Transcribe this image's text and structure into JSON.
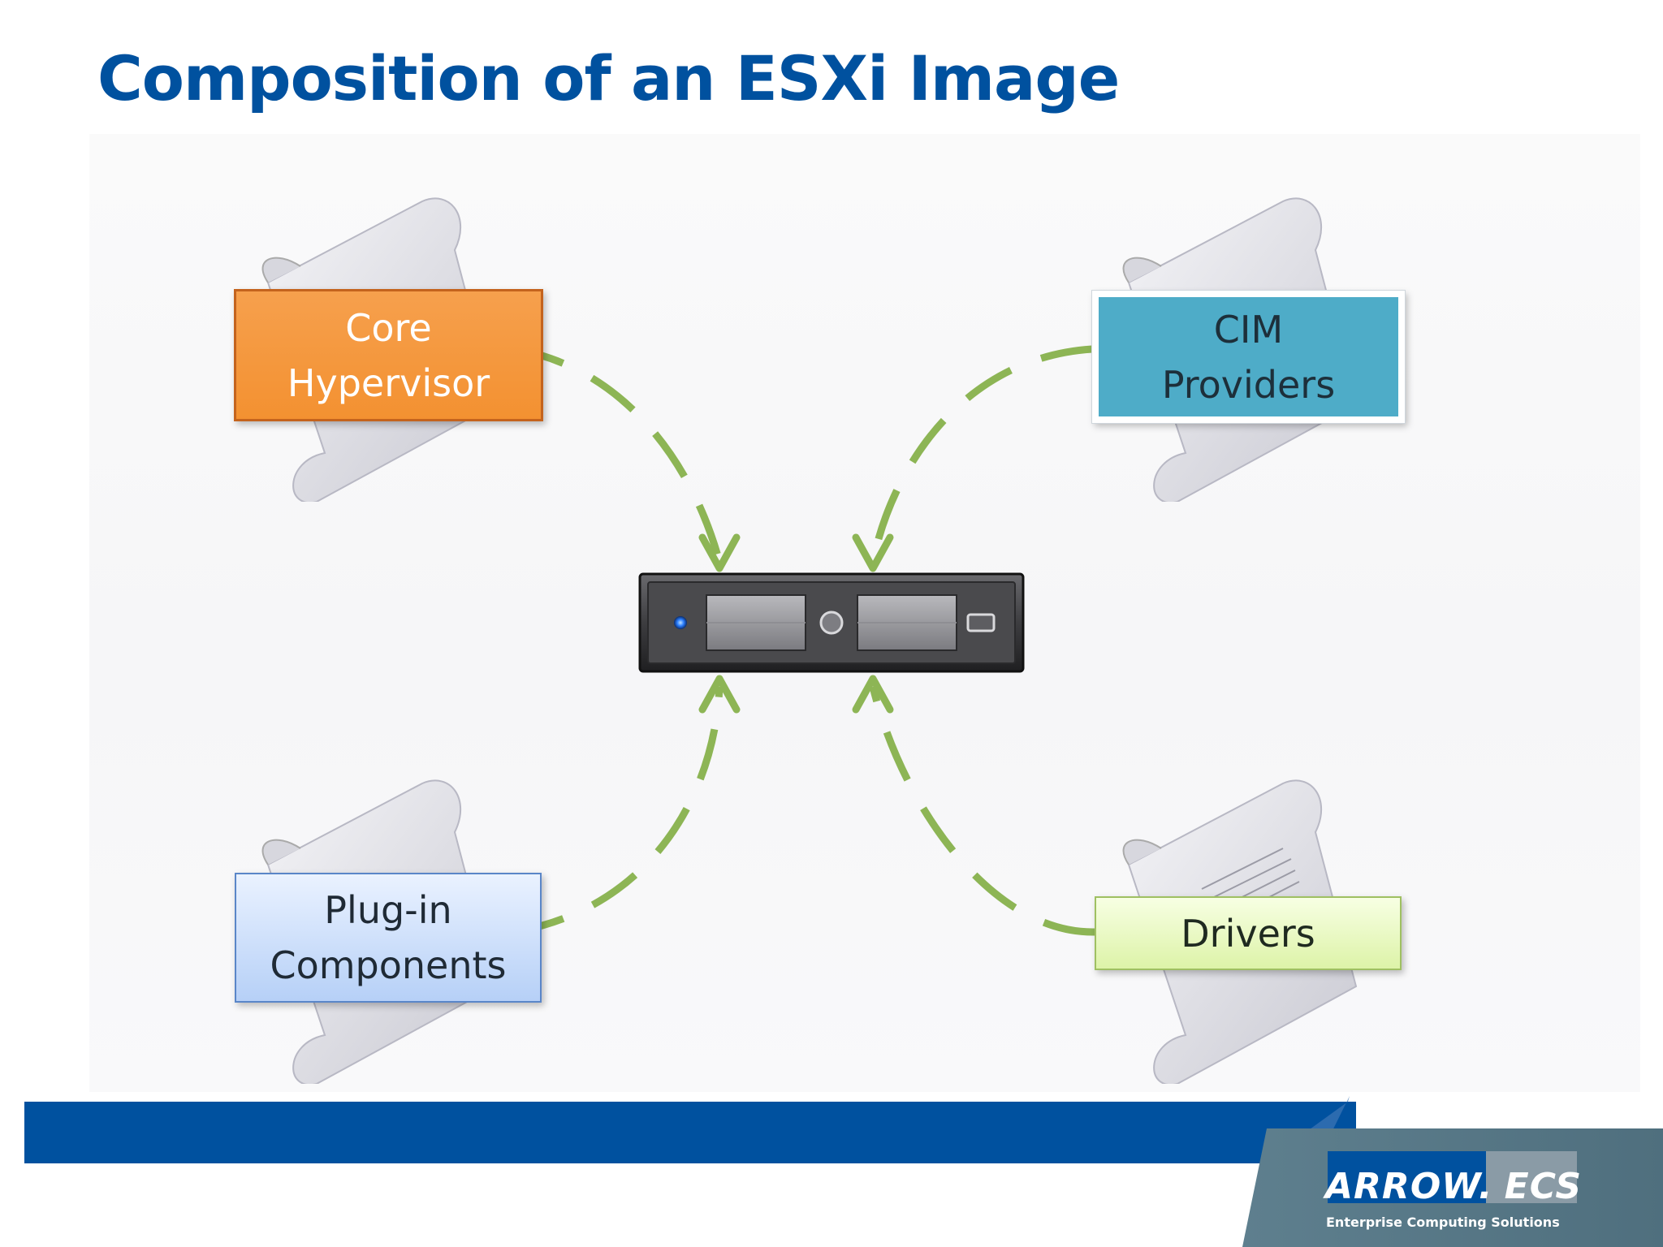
{
  "slide": {
    "title": "Composition of an ESXi Image"
  },
  "components": {
    "core_hypervisor": "Core\nHypervisor",
    "cim_providers": "CIM\nProviders",
    "plugin_components": "Plug-in\nComponents",
    "drivers": "Drivers"
  },
  "logo": {
    "brand": "ARROW.",
    "suffix": "ECS",
    "tagline": "Enterprise Computing Solutions"
  },
  "colors": {
    "title": "#00519f",
    "arrow": "#8db555",
    "core": "#f39131",
    "cim": "#4eacc8",
    "plugin": "#b6d0f7",
    "drivers": "#ddf3a8",
    "bar": "#00519f"
  }
}
